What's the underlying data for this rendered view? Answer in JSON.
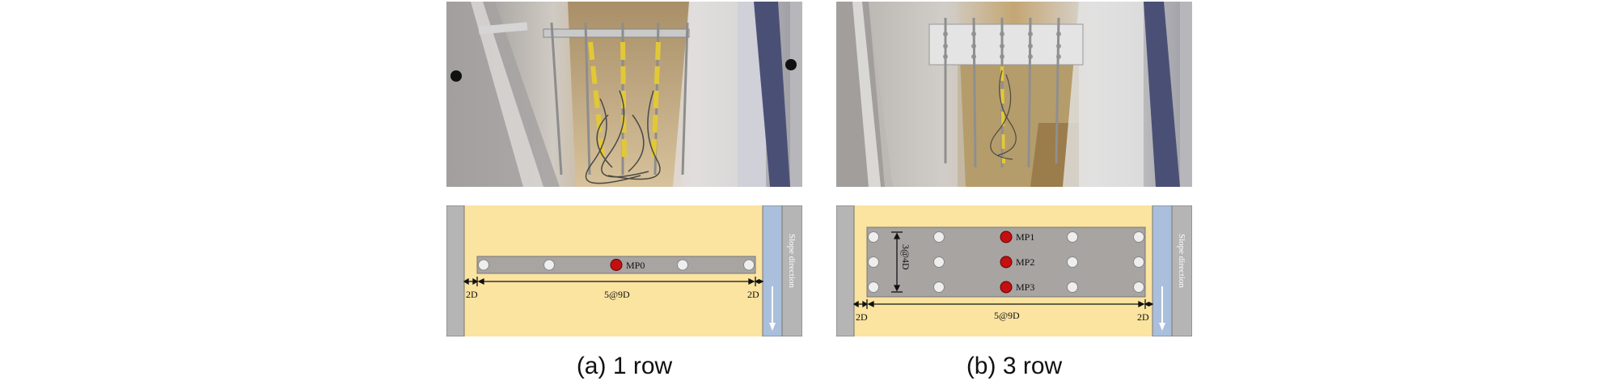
{
  "panels": [
    {
      "caption": "(a) 1 row",
      "piles": [
        "MP0"
      ],
      "dims": {
        "left_edge": "2D",
        "spacing": "5@9D",
        "right_edge": "2D"
      },
      "slope_label": "Slope direction"
    },
    {
      "caption": "(b) 3 row",
      "piles": [
        "MP1",
        "MP2",
        "MP3"
      ],
      "row_spacing": "3@4D",
      "dims": {
        "left_edge": "2D",
        "spacing": "5@9D",
        "right_edge": "2D"
      },
      "slope_label": "Slope direction"
    }
  ],
  "colors": {
    "sand": "#fbe3a0",
    "cap": "#a7a4a2",
    "wall": "#b5b5b5",
    "water_strip": "#a9bfdc",
    "measured_pile": "#c41010",
    "pile": "#eeeeee"
  }
}
